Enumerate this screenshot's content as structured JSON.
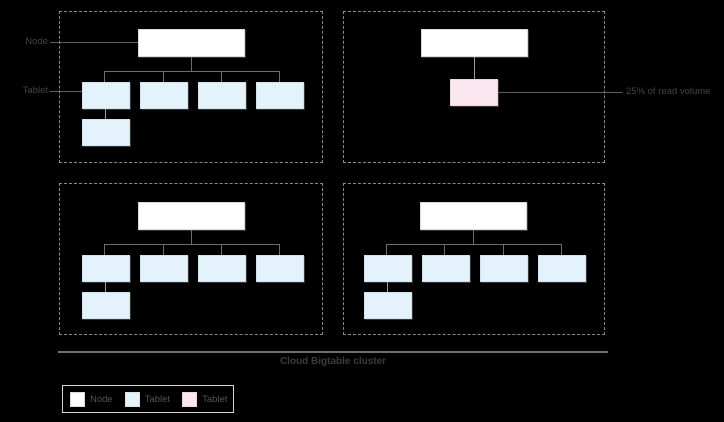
{
  "diagram": {
    "caption": "Cloud Bigtable cluster",
    "side_labels": {
      "node": "Node",
      "tablet": "Tablet"
    },
    "callout": {
      "text": "25% of read volume"
    }
  },
  "quadrants": [
    {
      "id": "top-left",
      "node_label": "",
      "tablets": [
        "",
        "",
        "",
        "",
        ""
      ],
      "has_hot_tablet": false
    },
    {
      "id": "top-right",
      "node_label": "",
      "tablets": [
        ""
      ],
      "has_hot_tablet": true
    },
    {
      "id": "bottom-left",
      "node_label": "",
      "tablets": [
        "",
        "",
        "",
        "",
        ""
      ],
      "has_hot_tablet": false
    },
    {
      "id": "bottom-right",
      "node_label": "",
      "tablets": [
        "",
        "",
        "",
        "",
        ""
      ],
      "has_hot_tablet": false
    }
  ],
  "legend": {
    "items": [
      {
        "swatch": "node",
        "label": "Node"
      },
      {
        "swatch": "tablet",
        "label": "Tablet"
      },
      {
        "swatch": "hot",
        "label": "Tablet"
      }
    ]
  },
  "colors": {
    "node_fill": "#ffffff",
    "tablet_fill": "#e3f2fb",
    "hot_tablet_fill": "#fae7ef",
    "connector": "#6e6e6e",
    "frame_dash": "#8a8a8a",
    "background": "#000000",
    "text": "#444444"
  }
}
